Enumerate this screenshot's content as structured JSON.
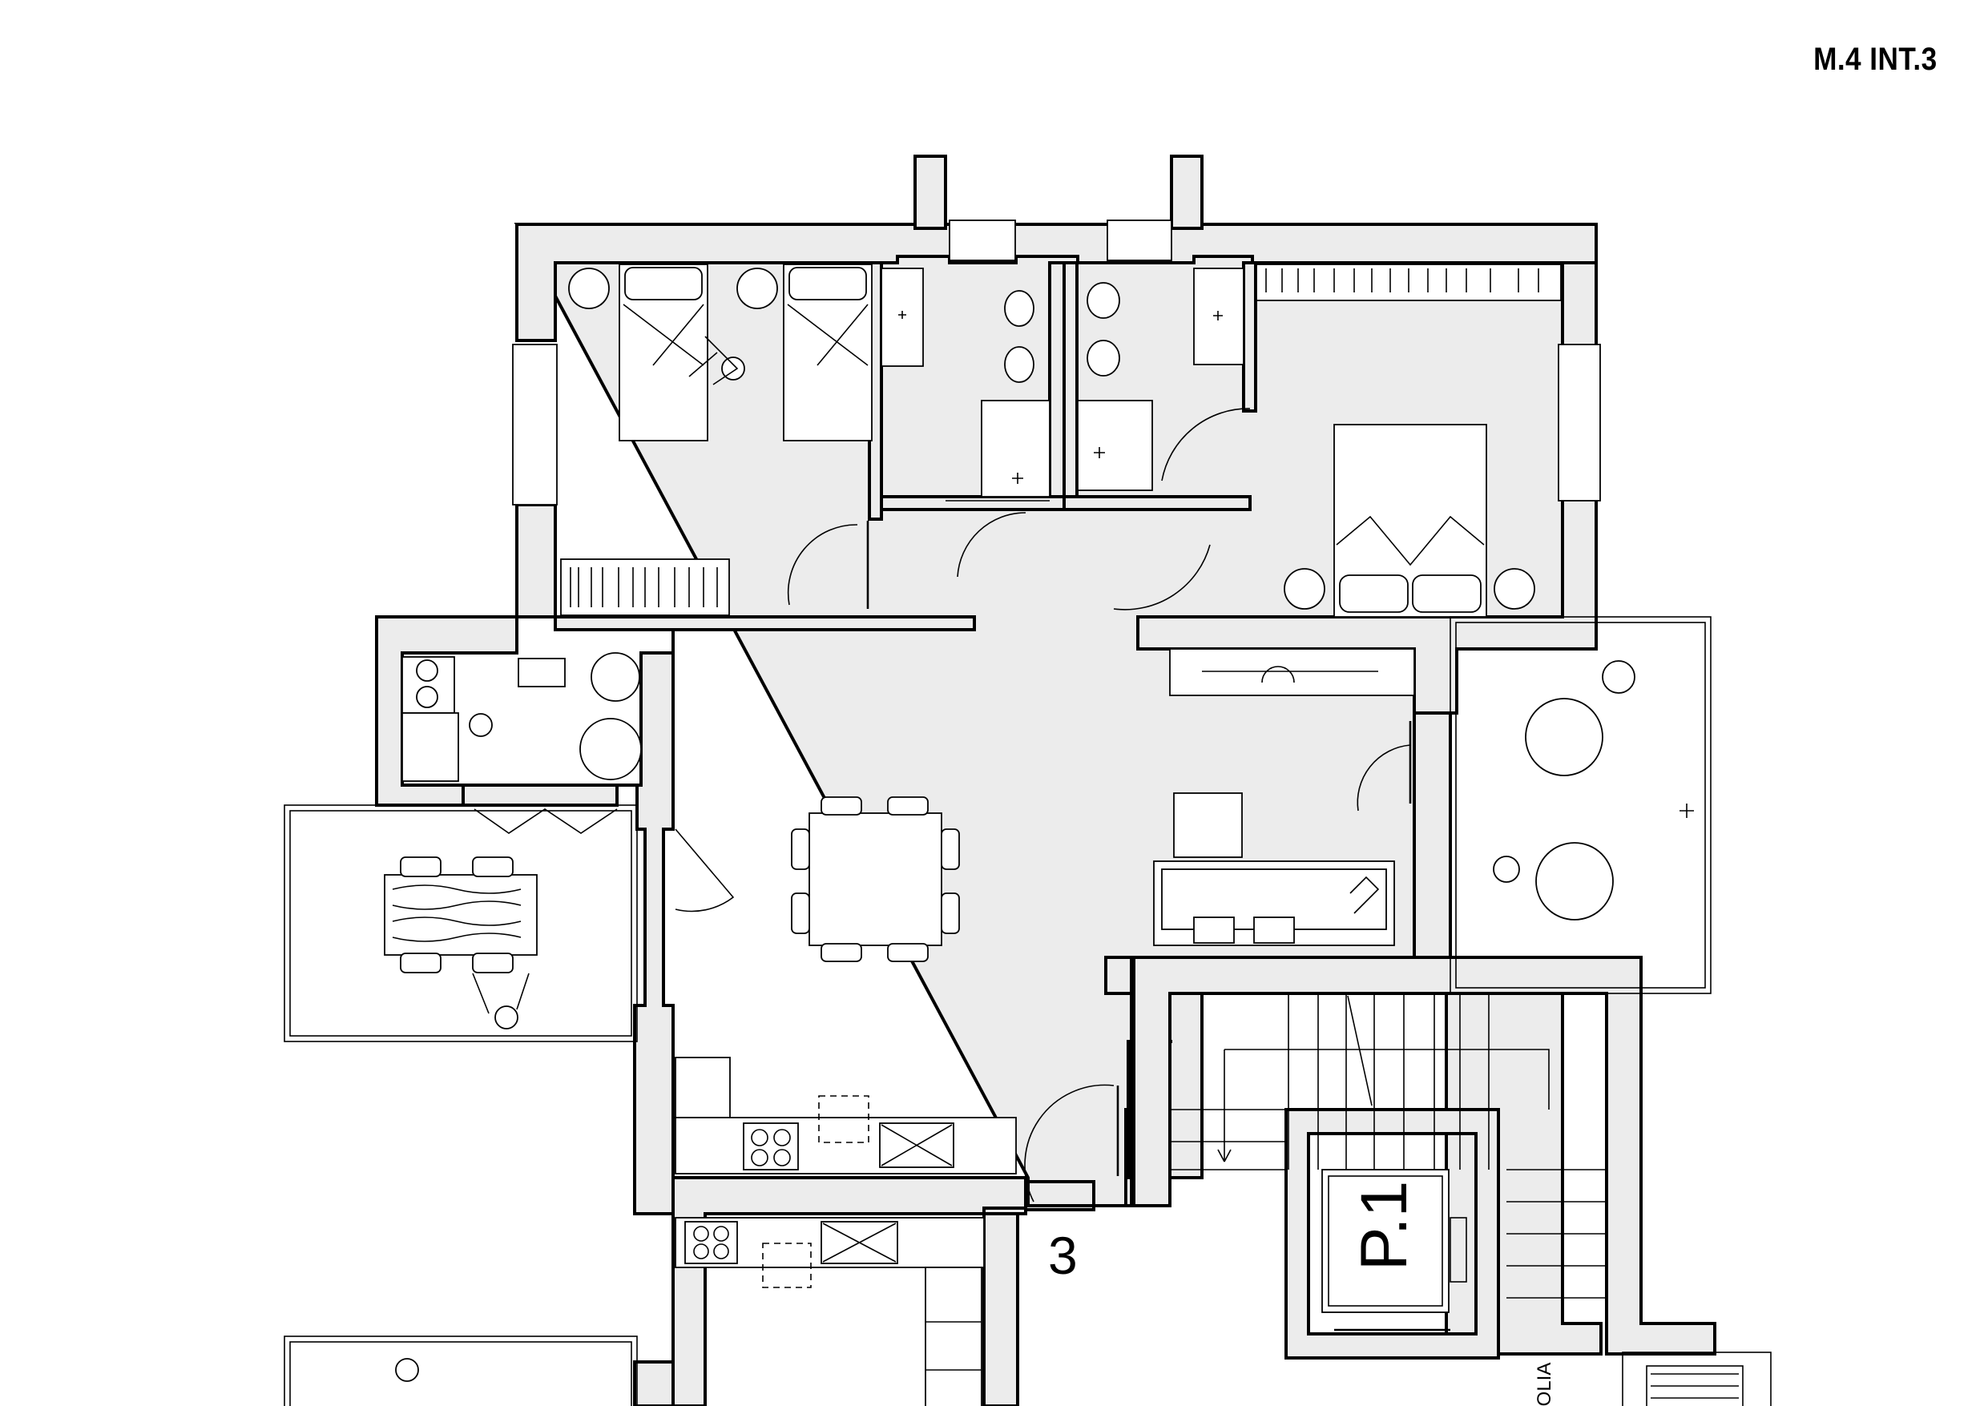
{
  "sheet": {
    "title": "M.4 INT.3"
  },
  "labels": {
    "unit_number": "3",
    "lift": "P.1",
    "stair_note": "OLIA"
  }
}
